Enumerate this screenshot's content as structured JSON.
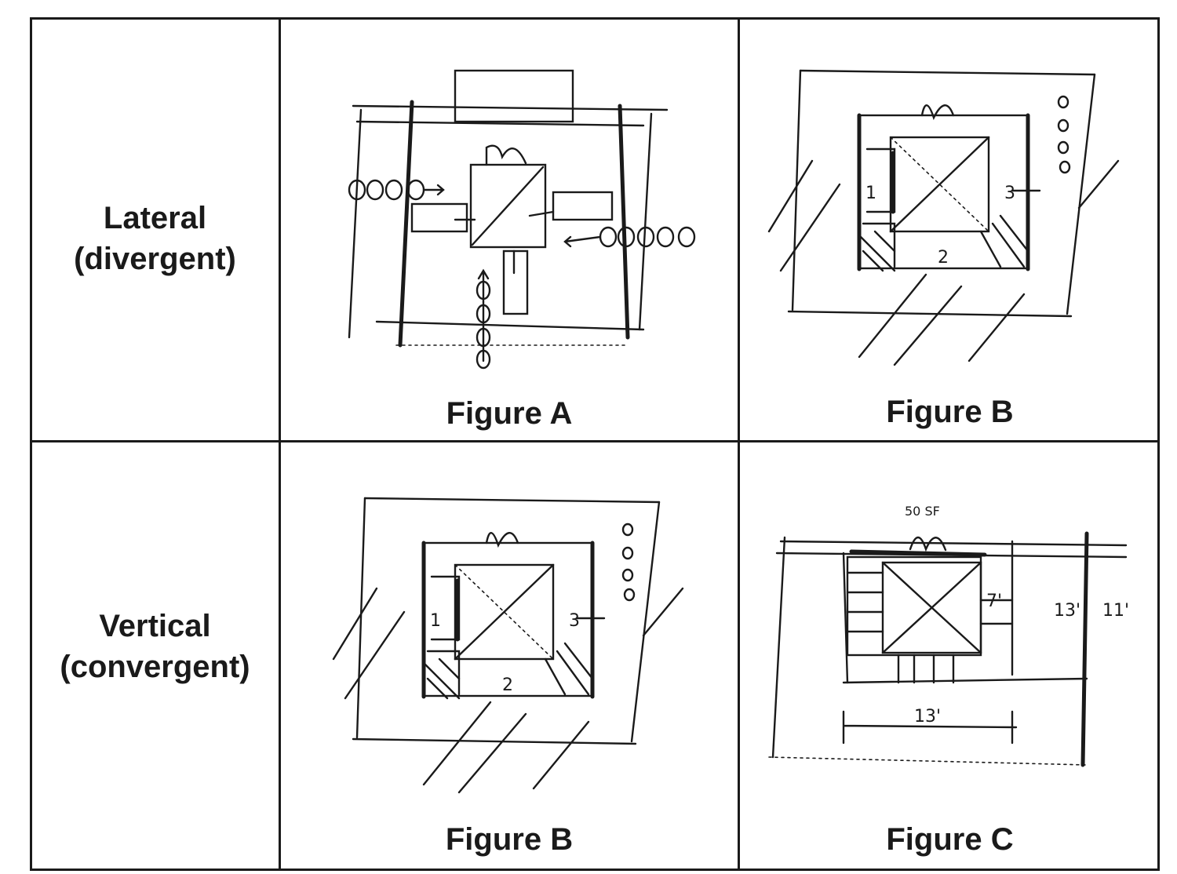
{
  "rows": [
    {
      "line1": "Lateral",
      "line2": "(divergent)"
    },
    {
      "line1": "Vertical",
      "line2": "(convergent)"
    }
  ],
  "captions": {
    "top_left": "Figure A",
    "top_right": "Figure B",
    "bottom_left": "Figure B",
    "bottom_right": "Figure C"
  },
  "sketch_labels": {
    "b_left": "1",
    "b_right": "3",
    "b_bottom": "2",
    "c_area": "50 SF",
    "c_side1": "7'",
    "c_side2": "13'",
    "c_side3": "11'",
    "c_width": "13'"
  }
}
